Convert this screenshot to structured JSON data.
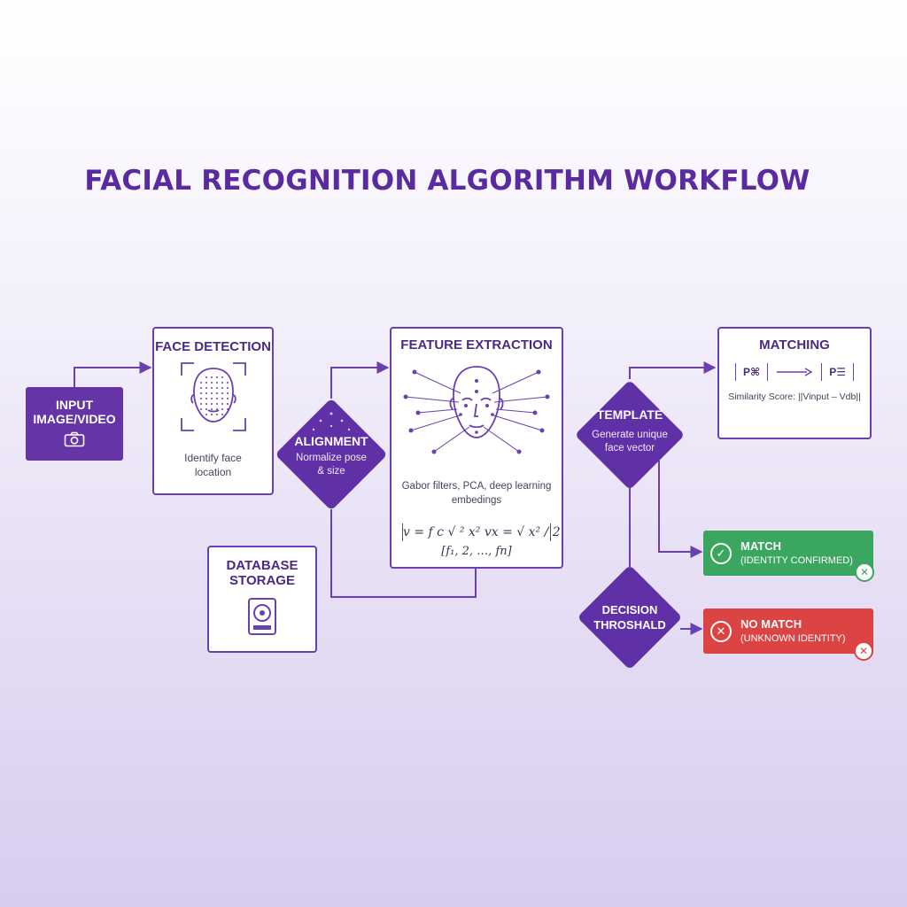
{
  "title": "FACIAL RECOGNITION ALGORITHM WORKFLOW",
  "input": {
    "label_line1": "INPUT",
    "label_line2": "IMAGE/VIDEO",
    "icon": "camera-icon"
  },
  "face_detection": {
    "title": "FACE DETECTION",
    "desc_line1": "Identify face",
    "desc_line2": "location",
    "icon": "face-grid-icon"
  },
  "alignment": {
    "title": "ALIGNMENT",
    "desc_line1": "Normalize pose",
    "desc_line2": "& size"
  },
  "database": {
    "title_line1": "DATABASE",
    "title_line2": "STORAGE",
    "icon": "hard-drive-icon"
  },
  "feature_extraction": {
    "title": "FEATURE EXTRACTION",
    "desc_line1": "Gabor filters, PCA, deep learning",
    "desc_line2": "embedings",
    "formula_line1": "v = f c √ ² x² vx = √ x² / 2",
    "formula_line2": "[f₁, 2, …, fn]",
    "icon": "face-landmarks-icon"
  },
  "template": {
    "title": "TEMPLATE",
    "desc_line1": "Generate unique",
    "desc_line2": "face vector"
  },
  "matching": {
    "title": "MATCHING",
    "left_token": "P⌘",
    "right_token": "P☰",
    "similarity": "Similarity Score: ||Vinput – Vdb||"
  },
  "decision": {
    "title_line1": "DECISION",
    "title_line2": "THROSHALD"
  },
  "match_result": {
    "title": "MATCH",
    "subtitle": "(IDENTITY CONFIRMED)",
    "icon": "check-icon",
    "color": "#3aa660"
  },
  "no_match_result": {
    "title": "NO MATCH",
    "subtitle": "(UNKNOWN IDENTITY)",
    "icon": "x-icon",
    "color": "#dc4444"
  },
  "colors": {
    "accent": "#5f30a6",
    "line": "#6a3fb0"
  }
}
